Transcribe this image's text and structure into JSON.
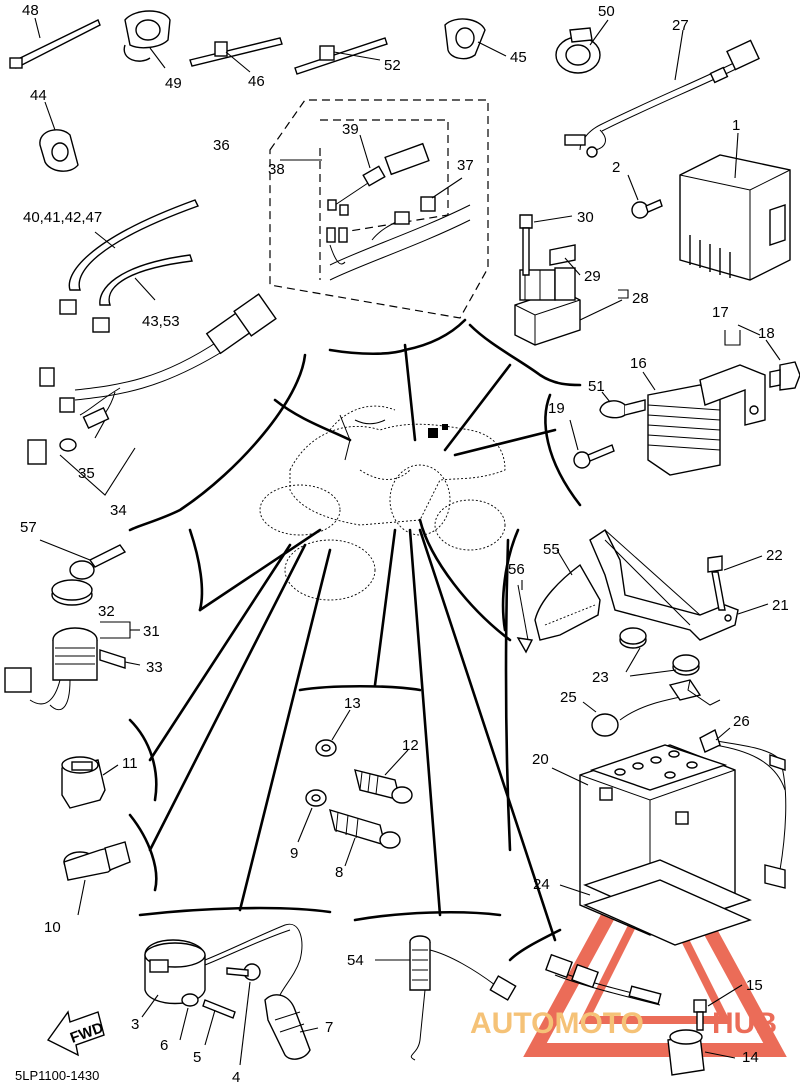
{
  "diagram_code": "5LP1100-1430",
  "fwd_label": "FWD",
  "watermark": {
    "text_left": "AUTOMOTO",
    "text_right": "HUB",
    "color_left": "#f4b860",
    "color_right": "#e8533c",
    "triangle_color": "#e8533c"
  },
  "callouts": {
    "c1": "1",
    "c2": "2",
    "c3": "3",
    "c4": "4",
    "c5": "5",
    "c6": "6",
    "c7": "7",
    "c8": "8",
    "c9": "9",
    "c10": "10",
    "c11": "11",
    "c12": "12",
    "c13": "13",
    "c14": "14",
    "c15": "15",
    "c16": "16",
    "c17": "17",
    "c18": "18",
    "c19": "19",
    "c20": "20",
    "c21": "21",
    "c22": "22",
    "c23": "23",
    "c24": "24",
    "c25": "25",
    "c26": "26",
    "c27": "27",
    "c28": "28",
    "c29": "29",
    "c30": "30",
    "c31": "31",
    "c32": "32",
    "c33": "33",
    "c34": "34",
    "c35": "35",
    "c36": "36",
    "c37": "37",
    "c38": "38",
    "c39": "39",
    "c40": "40,41,42,47",
    "c43": "43,53",
    "c44": "44",
    "c45": "45",
    "c46": "46",
    "c48": "48",
    "c49": "49",
    "c50": "50",
    "c51": "51",
    "c52": "52",
    "c54": "54",
    "c55": "55",
    "c56": "56",
    "c57": "57"
  }
}
